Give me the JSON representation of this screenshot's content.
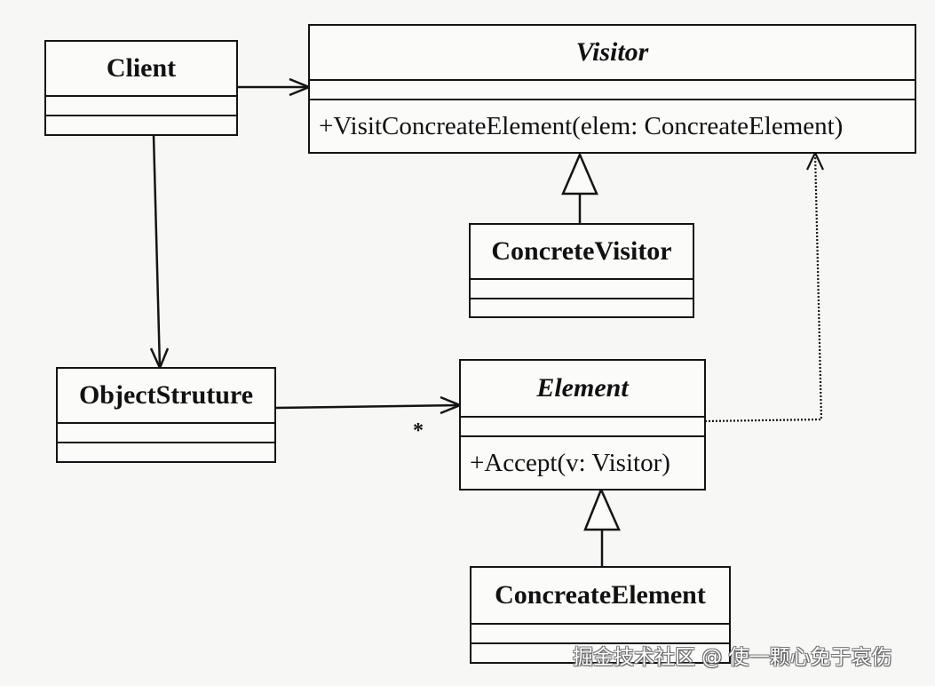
{
  "diagram": {
    "type": "UML class diagram",
    "pattern": "Visitor",
    "classes": {
      "client": {
        "name": "Client",
        "abstract": false,
        "attributes": [],
        "operations": []
      },
      "visitor": {
        "name": "Visitor",
        "abstract": true,
        "attributes": [],
        "operations": [
          "+VisitConcreateElement(elem: ConcreateElement)"
        ]
      },
      "concrete_visitor": {
        "name": "ConcreteVisitor",
        "abstract": false,
        "attributes": [],
        "operations": []
      },
      "object_structure": {
        "name": "ObjectStruture",
        "abstract": false,
        "attributes": [],
        "operations": []
      },
      "element": {
        "name": "Element",
        "abstract": true,
        "attributes": [],
        "operations": [
          "+Accept(v: Visitor)"
        ]
      },
      "concreate_element": {
        "name": "ConcreateElement",
        "abstract": false,
        "attributes": [],
        "operations": []
      }
    },
    "relationships": [
      {
        "from": "Client",
        "to": "Visitor",
        "kind": "association"
      },
      {
        "from": "Client",
        "to": "ObjectStruture",
        "kind": "association"
      },
      {
        "from": "ObjectStruture",
        "to": "Element",
        "kind": "association",
        "multiplicity": "*"
      },
      {
        "from": "ConcreteVisitor",
        "to": "Visitor",
        "kind": "generalization"
      },
      {
        "from": "ConcreateElement",
        "to": "Element",
        "kind": "generalization"
      },
      {
        "from": "Element",
        "to": "Visitor",
        "kind": "dependency"
      }
    ],
    "multiplicity_label": "*"
  },
  "watermark": "掘金技术社区 @ 使一颗心免于哀伤"
}
